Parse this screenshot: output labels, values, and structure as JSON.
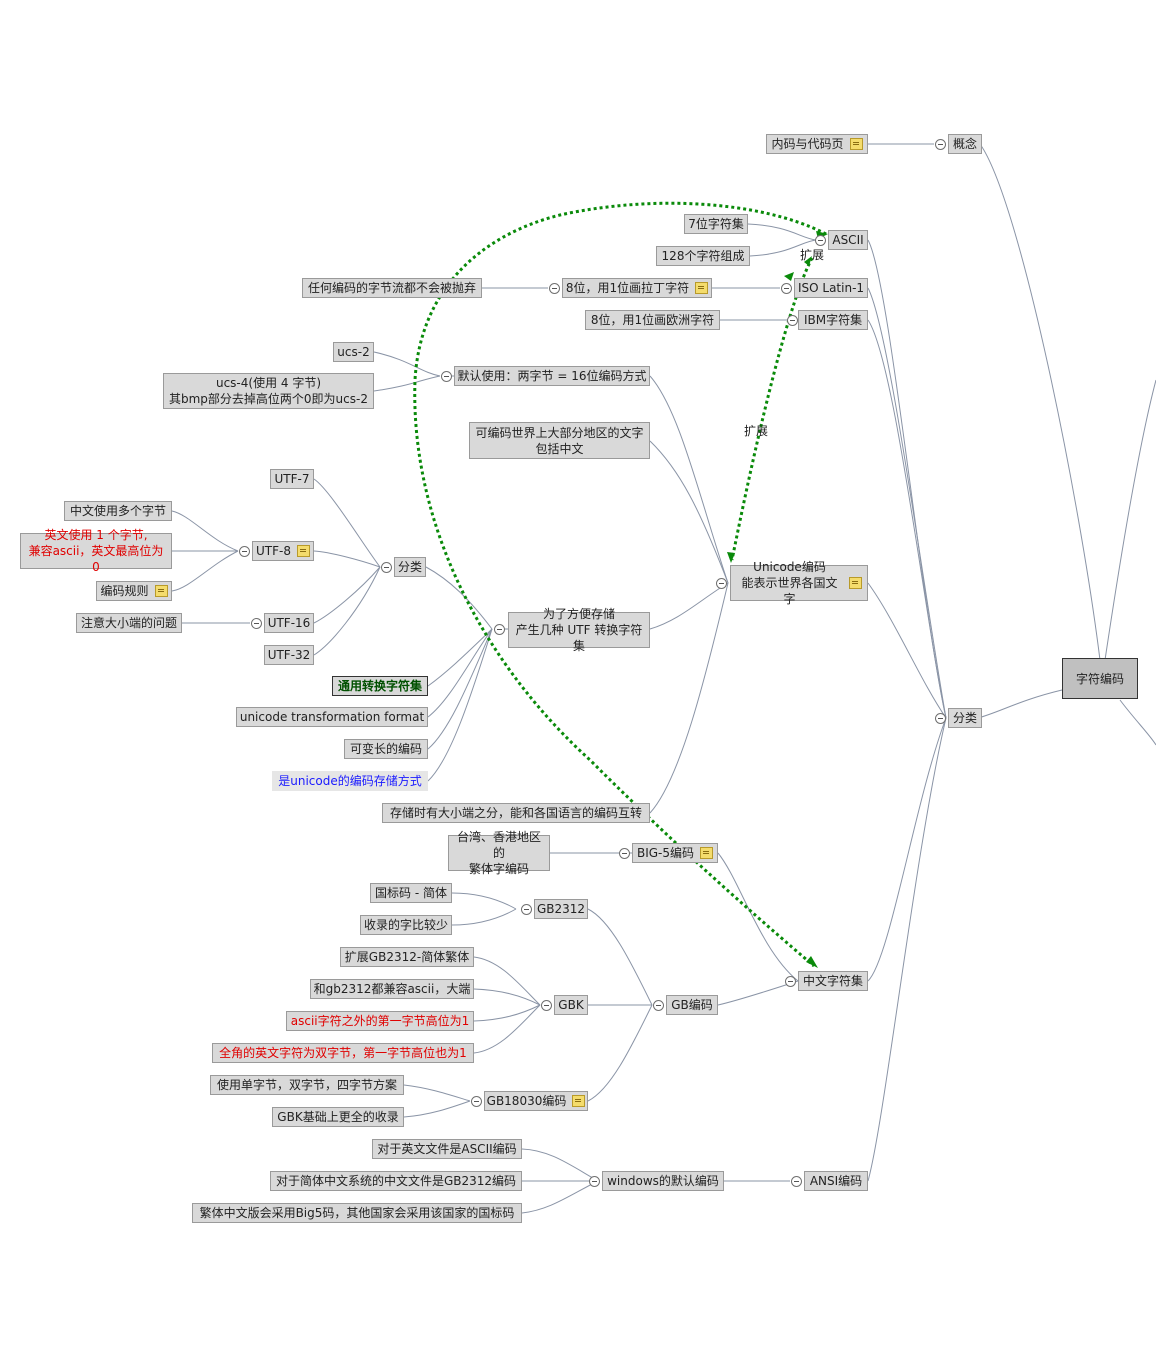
{
  "root": {
    "label": "字符编码"
  },
  "branches": {
    "concept": {
      "label": "概念",
      "child": "内码与代码页"
    },
    "classify": {
      "label": "分类"
    }
  },
  "ascii": {
    "label": "ASCII",
    "children": [
      "7位字符集",
      "128个字符组成"
    ]
  },
  "latin": {
    "label": "ISO Latin-1",
    "child": "8位，用1位画拉丁字符",
    "grandchild": "任何编码的字节流都不会被抛弃"
  },
  "ibm": {
    "label": "IBM字符集",
    "child": "8位，用1位画欧洲字符"
  },
  "unicode": {
    "label_lines": [
      "Unicode编码",
      "能表示世界各国文字"
    ],
    "default_use": "默认使用：两字节 = 16位编码方式",
    "ucs2": "ucs-2",
    "ucs4_lines": [
      "ucs-4(使用 4 字节)",
      "其bmp部分去掉高位两个0即为ucs-2"
    ],
    "world_lines": [
      "可编码世界上大部分地区的文字",
      "包括中文"
    ],
    "storage_lines": [
      "为了方便存储",
      "产生几种 UTF 转换字符集"
    ],
    "endian_note": "存储时有大小端之分，能和各国语言的编码互转"
  },
  "utf": {
    "classify": "分类",
    "utf7": "UTF-7",
    "utf8": "UTF-8",
    "utf16": "UTF-16",
    "utf32": "UTF-32",
    "utf8_children": [
      "中文使用多个字节",
      "编码规则"
    ],
    "utf8_red_lines": [
      "英文使用 1 个字节,",
      "兼容ascii，英文最高位为0"
    ],
    "utf16_child": "注意大小端的问题",
    "general": "通用转换字符集",
    "format": "unicode transformation format",
    "variable": "可变长的编码",
    "storage_blue": "是unicode的编码存储方式"
  },
  "chinese": {
    "label": "中文字符集",
    "big5": "BIG-5编码",
    "big5_child_lines": [
      "台湾、香港地区的",
      "繁体字编码"
    ],
    "gb": "GB编码",
    "gb2312": "GB2312",
    "gb2312_children": [
      "国标码 - 简体",
      "收录的字比较少"
    ],
    "gbk": "GBK",
    "gbk_children": [
      "扩展GB2312-简体繁体",
      "和gb2312都兼容ascii，大端"
    ],
    "gbk_red": [
      "ascii字符之外的第一字节高位为1",
      "全角的英文字符为双字节，第一字节高位也为1"
    ],
    "gb18030": "GB18030编码",
    "gb18030_children": [
      "使用单字节，双字节，四字节方案",
      "GBK基础上更全的收录"
    ]
  },
  "ansi": {
    "label": "ANSI编码",
    "windows": "windows的默认编码",
    "children": [
      "对于英文文件是ASCII编码",
      "对于简体中文系统的中文文件是GB2312编码",
      "繁体中文版会采用Big5码，其他国家会采用该国家的国标码"
    ]
  },
  "relations": {
    "extend_1": "扩展",
    "extend_2": "扩展"
  },
  "colors": {
    "line": "#8a94a6",
    "relation": "#0a8a0a",
    "red_text": "#e00000",
    "blue_text": "#1a1aff"
  }
}
